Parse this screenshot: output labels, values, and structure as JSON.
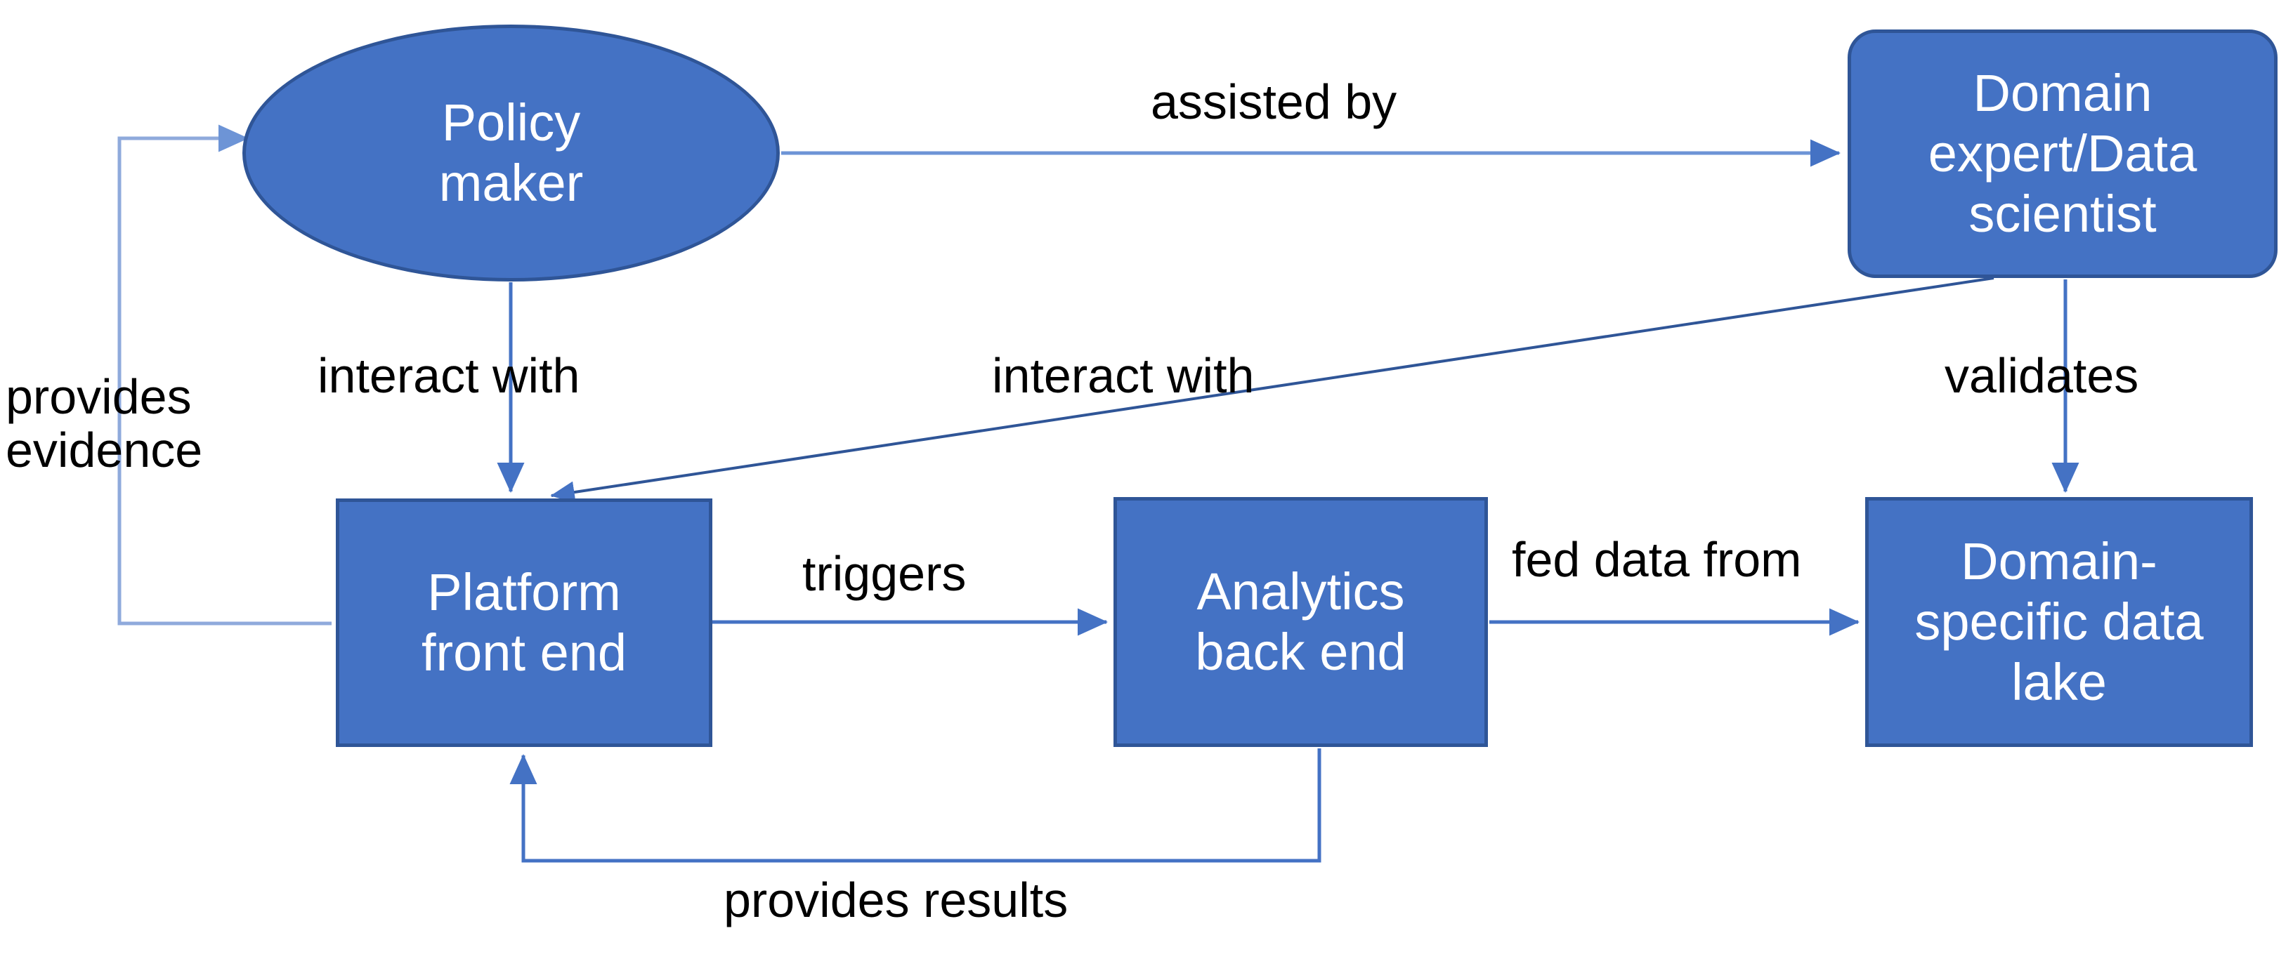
{
  "diagram": {
    "type": "flowchart",
    "background": "#ffffff",
    "palette": {
      "node_fill": "#4472C4",
      "node_border": "#2F5597",
      "node_text": "#ffffff",
      "connector": "#4472C4",
      "connector_light": "#8FAADC",
      "label_text": "#000000"
    },
    "nodes": [
      {
        "id": "policy-maker",
        "shape": "ellipse",
        "label": "Policy\nmaker"
      },
      {
        "id": "domain-expert",
        "shape": "rounded-rect",
        "label": "Domain\nexpert/Data\nscientist"
      },
      {
        "id": "platform-front-end",
        "shape": "rectangle",
        "label": "Platform\nfront end"
      },
      {
        "id": "analytics-back-end",
        "shape": "rectangle",
        "label": "Analytics\nback end"
      },
      {
        "id": "data-lake",
        "shape": "rectangle",
        "label": "Domain-\nspecific data\nlake"
      }
    ],
    "edges": [
      {
        "id": "assisted-by",
        "from": "policy-maker",
        "to": "domain-expert",
        "label": "assisted by"
      },
      {
        "id": "interact-with-1",
        "from": "policy-maker",
        "to": "platform-front-end",
        "label": "interact with"
      },
      {
        "id": "interact-with-2",
        "from": "domain-expert",
        "to": "platform-front-end",
        "label": "interact with"
      },
      {
        "id": "validates",
        "from": "domain-expert",
        "to": "data-lake",
        "label": "validates"
      },
      {
        "id": "provides-evidence",
        "from": "platform-front-end",
        "to": "policy-maker",
        "label": "provides\nevidence"
      },
      {
        "id": "triggers",
        "from": "platform-front-end",
        "to": "analytics-back-end",
        "label": "triggers"
      },
      {
        "id": "fed-data-from",
        "from": "analytics-back-end",
        "to": "data-lake",
        "label": "fed data from"
      },
      {
        "id": "provides-results",
        "from": "analytics-back-end",
        "to": "platform-front-end",
        "label": "provides results"
      }
    ]
  }
}
